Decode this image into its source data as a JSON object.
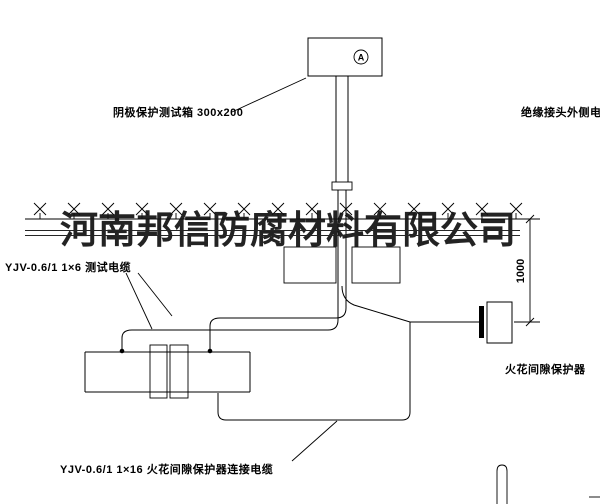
{
  "canvas": {
    "background": "#ffffff",
    "line_color": "#000000"
  },
  "watermark": {
    "text": "河南邦信防腐材料有限公司",
    "color": "#1a1a1a"
  },
  "labels": {
    "test_box": {
      "text": "阴极保护测试箱 300x200"
    },
    "outer_cable": {
      "text": "绝缘接头外侧电缆"
    },
    "test_cable": {
      "text": "YJV-0.6/1 1×6  测试电缆"
    },
    "spark_gap": {
      "text": "火花间隙保护器"
    },
    "connection_cable": {
      "text": "YJV-0.6/1 1×16  火花间隙保护器连接电缆"
    },
    "dimension_1000": {
      "text": "1000"
    },
    "meter_symbol": {
      "text": "A"
    }
  }
}
